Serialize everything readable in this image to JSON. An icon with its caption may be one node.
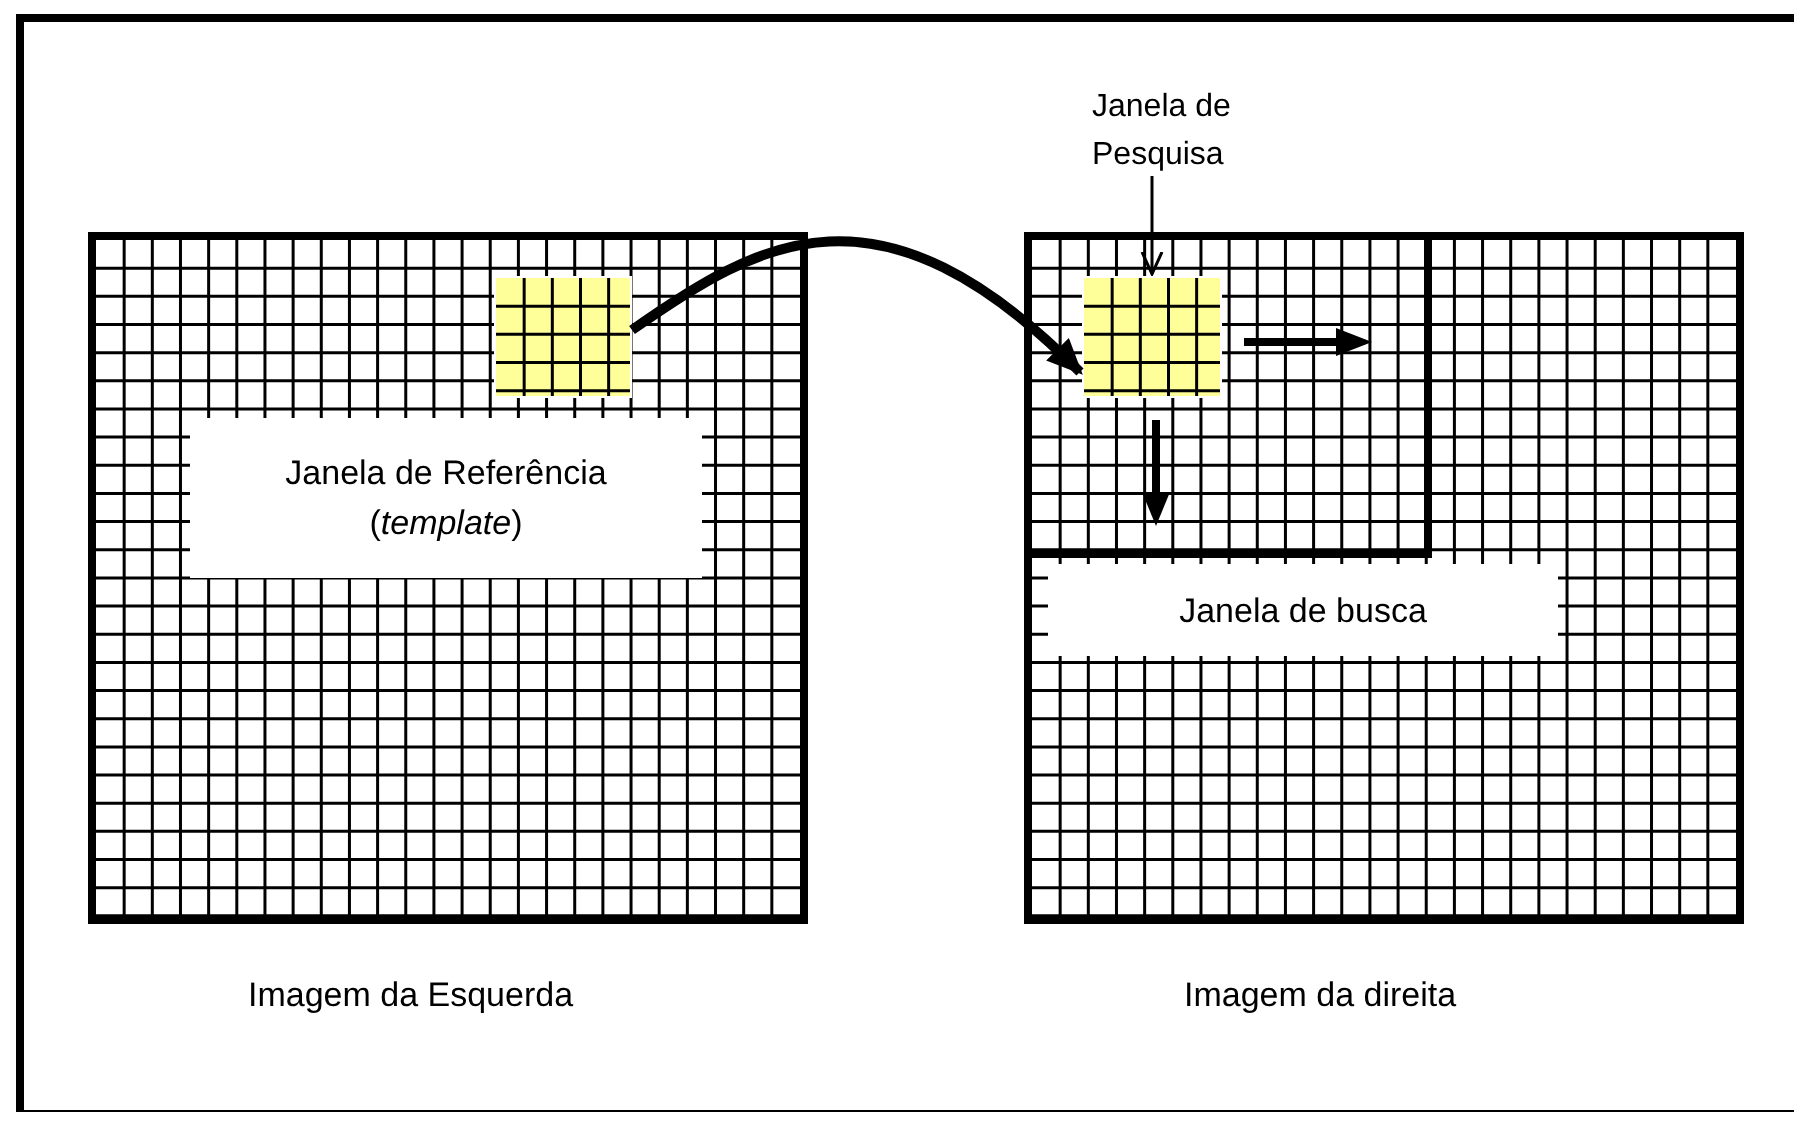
{
  "diagram": {
    "nodes": [
      {
        "text": [],
        "shape": "box",
        "beside": [
          "Imagem da Esquerda"
        ]
      },
      {
        "text": [],
        "shape": "box",
        "in": 0
      },
      {
        "text": [
          "Janela de Referência (*template*)"
        ],
        "in": 0
      },
      {
        "text": [],
        "shape": "box",
        "beside": [
          "Imagem da direita"
        ]
      },
      {
        "text": [],
        "shape": "box",
        "in": 3
      },
      {
        "text": [],
        "shape": "box",
        "in": 4
      },
      {
        "text": [
          "Janela de Pesquisa"
        ]
      },
      {
        "text": [
          "Janela de busca"
        ],
        "in": 3
      }
    ],
    "edges": [
      {
        "from": 1,
        "to": 5,
        "arrow": "to",
        "style": "thick"
      },
      {
        "from": 6,
        "to": 5,
        "arrow": "to"
      }
    ]
  }
}
